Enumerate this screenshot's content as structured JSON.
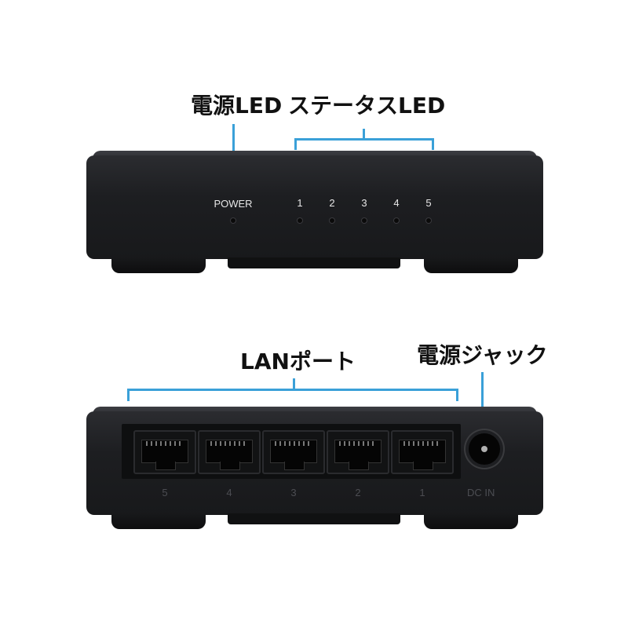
{
  "front": {
    "power_led_callout": "電源LED",
    "status_led_callout": "ステータスLED",
    "power_label": "POWER",
    "status_leds": [
      "1",
      "2",
      "3",
      "4",
      "5"
    ]
  },
  "rear": {
    "lan_ports_callout": "LANポート",
    "power_jack_callout": "電源ジャック",
    "port_numbers": [
      "5",
      "4",
      "3",
      "2",
      "1"
    ],
    "dc_label": "DC IN"
  },
  "colors": {
    "callout_line": "#3aa0d8",
    "chassis": "#1d1e21"
  }
}
